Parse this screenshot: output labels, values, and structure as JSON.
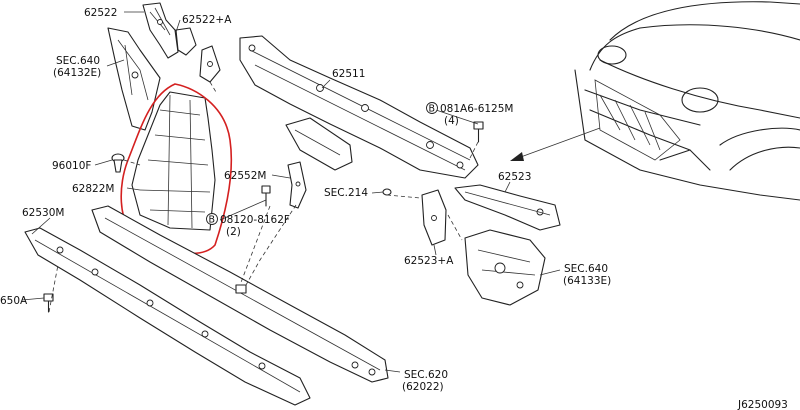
{
  "labels": {
    "p62522": "62522",
    "p62522a": "62522+A",
    "sec640_l": "SEC.640",
    "sec640_l_sub": "(64132E)",
    "p62511": "62511",
    "bolt_top": "081A6-6125M",
    "bolt_top_qty": "(4)",
    "p96010f": "96010F",
    "p62822m": "62822M",
    "p62552m": "62552M",
    "sec214": "SEC.214",
    "p62523": "62523",
    "bolt_mid": "08120-8162F",
    "bolt_mid_qty": "(2)",
    "p62530m": "62530M",
    "p62523a": "62523+A",
    "sec640_r": "SEC.640",
    "sec640_r_sub": "(64133E)",
    "p650a": "650A",
    "sec620": "SEC.620",
    "sec620_sub": "(62022)",
    "fig": "J6250093",
    "bolt_mark": "B"
  },
  "colors": {
    "line": "#222222",
    "highlight": "#d42020",
    "background": "#ffffff"
  }
}
